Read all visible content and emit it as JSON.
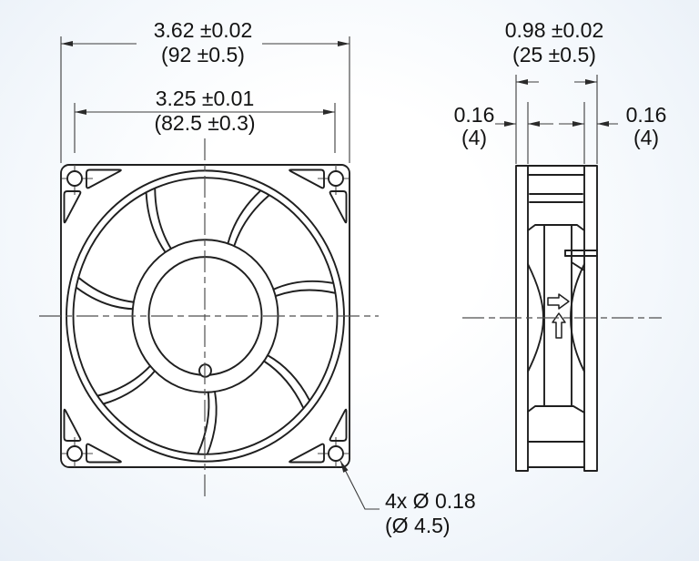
{
  "drawing_title": "axial-fan-dimensional-drawing",
  "front_view": {
    "dim_outer_width": {
      "inches": "3.62 ±0.02",
      "mm": "(92 ±0.5)"
    },
    "dim_mounting_hole_spacing": {
      "inches": "3.25 ±0.01",
      "mm": "(82.5 ±0.3)"
    },
    "callout_mounting_holes": {
      "line1": "4x Ø 0.18",
      "line2": "(Ø 4.5)"
    },
    "blade_count": 7,
    "mounting_hole_count": 4
  },
  "side_view": {
    "dim_depth": {
      "inches": "0.98 ±0.02",
      "mm": "(25 ±0.5)"
    },
    "dim_flange_left": {
      "inches": "0.16",
      "mm": "(4)"
    },
    "dim_flange_right": {
      "inches": "0.16",
      "mm": "(4)"
    },
    "airflow_arrow_direction": "right",
    "rotation_arrow_direction": "up"
  },
  "colors": {
    "line": "#1f1f1f",
    "thin_line": "#3c3c3c",
    "centerline": "#4f4f4f",
    "text": "#131313",
    "background_tint": "#e7eef6"
  }
}
